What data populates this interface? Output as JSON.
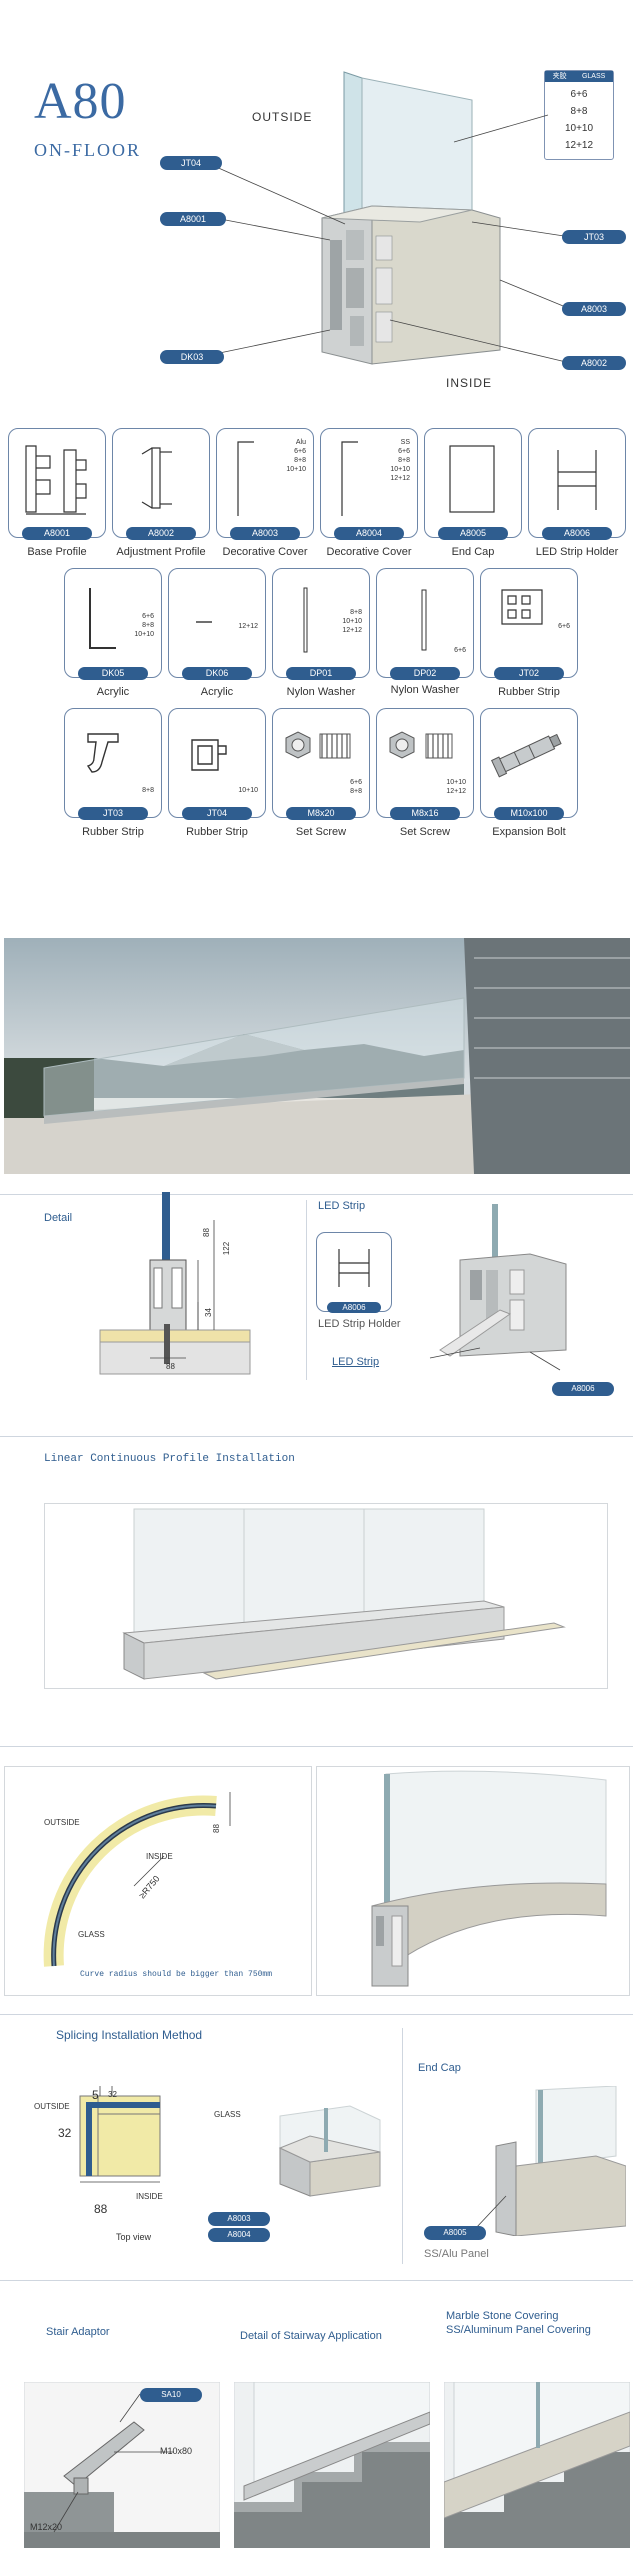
{
  "header": {
    "model": "A80",
    "subtitle": "ON-FLOOR",
    "outside": "OUTSIDE",
    "inside": "INSIDE",
    "glass_table_head": [
      "夹胶",
      "GLASS"
    ],
    "glass_sizes": [
      "6+6",
      "8+8",
      "10+10",
      "12+12"
    ],
    "callouts": [
      "JT04",
      "A8001",
      "DK03",
      "JT03",
      "A8003",
      "A8002"
    ]
  },
  "parts": [
    {
      "code": "A8001",
      "label": "Base Profile",
      "sizes": ""
    },
    {
      "code": "A8002",
      "label": "Adjustment Profile",
      "sizes": ""
    },
    {
      "code": "A8003",
      "label": "Decorative Cover",
      "sizes": "Alu\n6+6\n8+8\n10+10"
    },
    {
      "code": "A8004",
      "label": "Decorative Cover",
      "sizes": "SS\n6+6\n8+8\n10+10\n12+12"
    },
    {
      "code": "A8005",
      "label": "End Cap",
      "sizes": ""
    },
    {
      "code": "A8006",
      "label": "LED Strip Holder",
      "sizes": ""
    },
    {
      "code": "DK05",
      "label": "Acrylic",
      "sizes": "6+6\n8+8\n10+10"
    },
    {
      "code": "DK06",
      "label": "Acrylic",
      "sizes": "12+12"
    },
    {
      "code": "DP01",
      "label": "Nylon Washer",
      "sizes": "8+8\n10+10\n12+12"
    },
    {
      "code": "DP02",
      "label": "Nylon Washer",
      "sizes": "6+6"
    },
    {
      "code": "JT02",
      "label": "Rubber Strip",
      "sizes": "6+6"
    },
    {
      "code": "JT03",
      "label": "Rubber Strip",
      "sizes": "8+8"
    },
    {
      "code": "JT04",
      "label": "Rubber Strip",
      "sizes": "10+10"
    },
    {
      "code": "M8x20",
      "label": "Set Screw",
      "sizes": "6+6\n8+8"
    },
    {
      "code": "M8x16",
      "label": "Set Screw",
      "sizes": "10+10\n12+12"
    },
    {
      "code": "M10x100",
      "label": "Expansion Bolt",
      "sizes": ""
    }
  ],
  "detail": {
    "title": "Detail",
    "dim_88_v": "88",
    "dim_122": "122",
    "dim_34": "34",
    "dim_88_h": "88"
  },
  "led": {
    "title": "LED Strip",
    "holder_code": "A8006",
    "holder_label": "LED Strip Holder",
    "strip_label": "LED Strip",
    "strip_code": "A8006"
  },
  "linear": {
    "title": "Linear Continuous Profile Installation"
  },
  "curve": {
    "outside": "OUTSIDE",
    "inside": "INSIDE",
    "glass": "GLASS",
    "radius": "≥R750",
    "dim": "88",
    "note": "Curve radius should be bigger than 750mm"
  },
  "splicing": {
    "title": "Splicing Installation Method",
    "outside": "OUTSIDE",
    "glass": "GLASS",
    "inside": "INSIDE",
    "dim5": "5",
    "dim32a": "32",
    "dim32b": "32",
    "dim88": "88",
    "top_view": "Top view",
    "tag1": "A8003",
    "tag2": "A8004"
  },
  "endcap": {
    "title": "End Cap",
    "tag": "A8005",
    "panel": "SS/Alu Panel"
  },
  "stair": {
    "title1": "Stair Adaptor",
    "title2": "Detail of Stairway Application",
    "title3a": "Marble Stone Covering",
    "title3b": "SS/Aluminum Panel Covering",
    "tag": "SA10",
    "bolt1": "M10x80",
    "bolt2": "M12x20"
  }
}
